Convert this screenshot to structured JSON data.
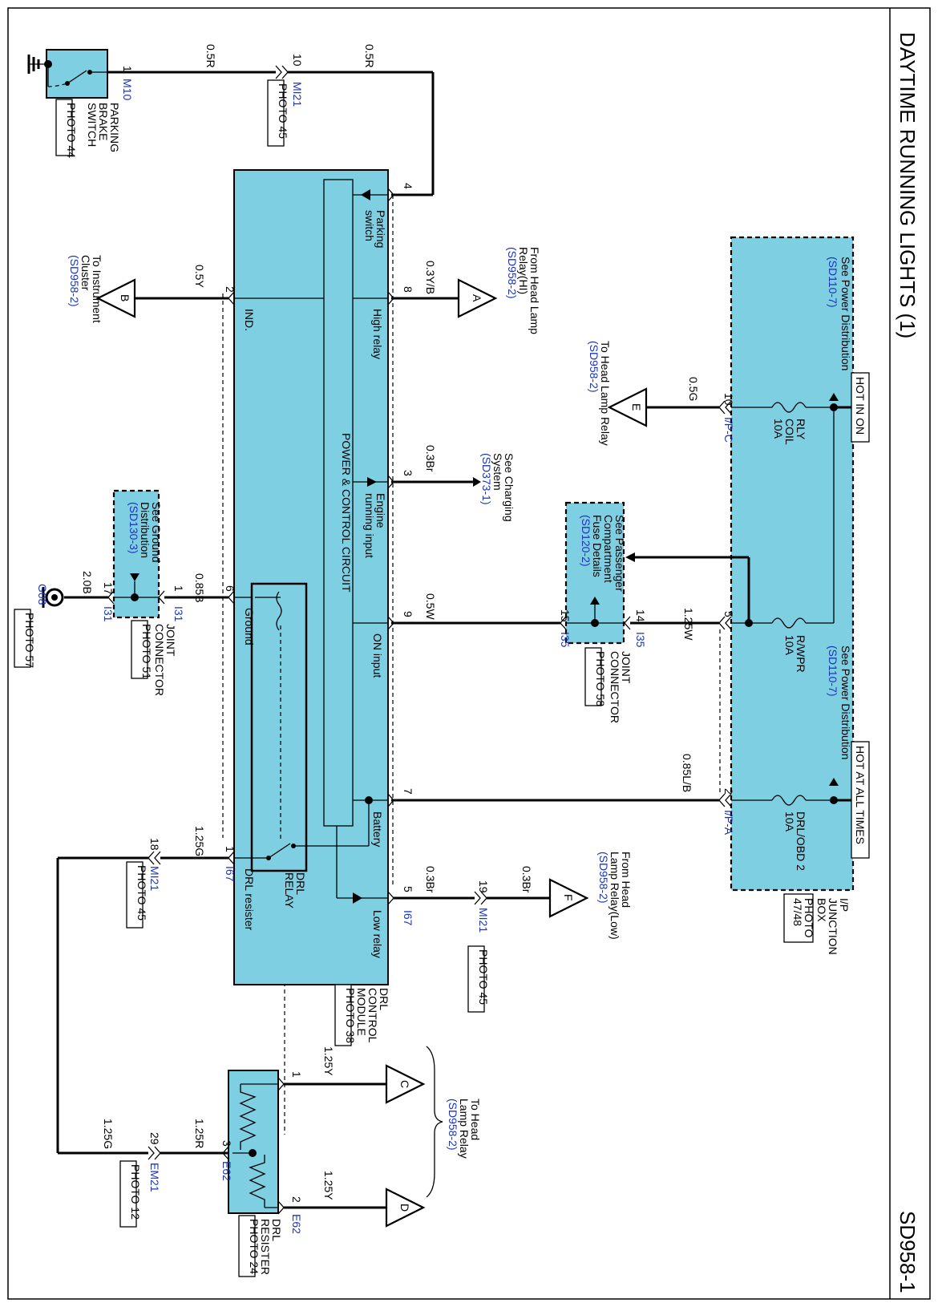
{
  "title": "DAYTIME RUNNING LIGHTS (1)",
  "sheet": "SD958-1",
  "hot_in_on": "HOT IN ON",
  "hot_at_all_times": "HOT AT ALL TIMES",
  "see_power_dist_1": "See Power Distribution",
  "see_power_dist_1_ref": "(SD110-7)",
  "see_power_dist_2": "See Power Distribution",
  "see_power_dist_2_ref": "(SD110-7)",
  "fuse_rly_coil": [
    "RLY",
    "COIL",
    "10A"
  ],
  "fuse_rwpr": [
    "R/WPR",
    "10A"
  ],
  "fuse_drl_obd2": [
    "DRL/OBD 2",
    "10A"
  ],
  "ip_junction_box": [
    "I/P",
    "JUNCTION",
    "BOX"
  ],
  "ip_junction_photo": [
    "PHOTO",
    "47/48"
  ],
  "ipc_label": "I/P-C",
  "ipa_label": "I/P-A",
  "pin_10": "10",
  "pin_5": "5",
  "pin_2": "2",
  "wire_05g": "0.5G",
  "wire_125w": "1.25W",
  "wire_085lb": "0.85L/B",
  "to_head_lamp_relay_e": [
    "To Head Lamp Relay",
    "(SD958-2)"
  ],
  "conn_e": "E",
  "passenger_fuse": [
    "See Passenger",
    "Compartment",
    "Fuse Details",
    "(SD120-2)"
  ],
  "i35": "I35",
  "pin_14": "14",
  "pin_15": "15",
  "joint_connector_58": [
    "JOINT",
    "CONNECTOR"
  ],
  "photo_58": "PHOTO 58",
  "wire_05w": "0.5W",
  "see_charging": [
    "See Charging",
    "System",
    "(SD373-1)"
  ],
  "wire_03br": "0.3Br",
  "from_head_lamp_hi": [
    "From Head Lamp",
    "Relay(HI)",
    "(SD958-2)"
  ],
  "conn_a": "A",
  "wire_03yb": "0.3Y/B",
  "parking_brake": [
    "PARKING",
    "BRAKE",
    "SWITCH"
  ],
  "photo_44": "PHOTO 44",
  "m10": "M10",
  "pin_1": "1",
  "wire_05r_a": "0.5R",
  "wire_05r_b": "0.5R",
  "mi21": "MI21",
  "pin_10b": "10",
  "photo_45a": "PHOTO 45",
  "to_instrument_cluster": [
    "To Instrument",
    "Cluster",
    "(SD958-2)"
  ],
  "conn_b": "B",
  "wire_05y": "0.5Y",
  "module_pins": {
    "p4": "4",
    "p8": "8",
    "p3": "3",
    "p9": "9",
    "p7": "7",
    "p5": "5",
    "p2": "2",
    "p6": "6",
    "p1": "1"
  },
  "inside": {
    "parking_switch": [
      "Parking",
      "switch"
    ],
    "high_relay": "High relay",
    "engine_running": [
      "Engine",
      "running input"
    ],
    "on_input": "ON input",
    "battery": "Battery",
    "low_relay": "Low relay",
    "ind": "IND.",
    "ground": "Ground",
    "drl_resister": "DRL resister",
    "power_control": "POWER & CONTROL CIRCUIT",
    "drl_relay": [
      "DRL",
      "RELAY"
    ]
  },
  "drl_control_module": [
    "DRL",
    "CONTROL",
    "MODULE"
  ],
  "photo_38": "PHOTO 38",
  "i67a": "I67",
  "i67b": "I67",
  "ground_dist": [
    "See Ground",
    "Distribution",
    "(SD130-3)"
  ],
  "wire_085b": "0.85B",
  "wire_20b": "2.0B",
  "pin_17": "17",
  "pin_1c": "1",
  "i31a": "I31",
  "i31b": "I31",
  "joint_connector_51": [
    "JOINT",
    "CONNECTOR"
  ],
  "photo_51": "PHOTO 51",
  "g08": "G08",
  "photo_57": "PHOTO 57",
  "from_head_lamp_low": [
    "From Head",
    "Lamp Relay(Low)",
    "(SD958-2)"
  ],
  "conn_f": "F",
  "wire_03br_b": "0.3Br",
  "wire_03br_c": "0.3Br",
  "pin_19": "19",
  "mi21_b": "MI21",
  "photo_45b": "PHOTO 45",
  "wire_125g_a": "1.25G",
  "wire_125g_b": "1.25G",
  "pin_18": "18",
  "mi21_c": "MI21",
  "photo_45c": "PHOTO 45",
  "to_head_lamp_cd": [
    "To Head",
    "Lamp Relay",
    "(SD958-2)"
  ],
  "conn_c": "C",
  "conn_d": "D",
  "wire_125y_a": "1.25Y",
  "wire_125y_b": "1.25Y",
  "wire_125r": "1.25R",
  "pin_r1": "1",
  "pin_r2": "2",
  "pin_r3": "3",
  "e62a": "E62",
  "e62b": "E62",
  "drl_resister_comp": [
    "DRL",
    "RESISTER"
  ],
  "photo_24": "PHOTO 24",
  "pin_29": "29",
  "em21": "EM21",
  "photo_12": "PHOTO 12"
}
